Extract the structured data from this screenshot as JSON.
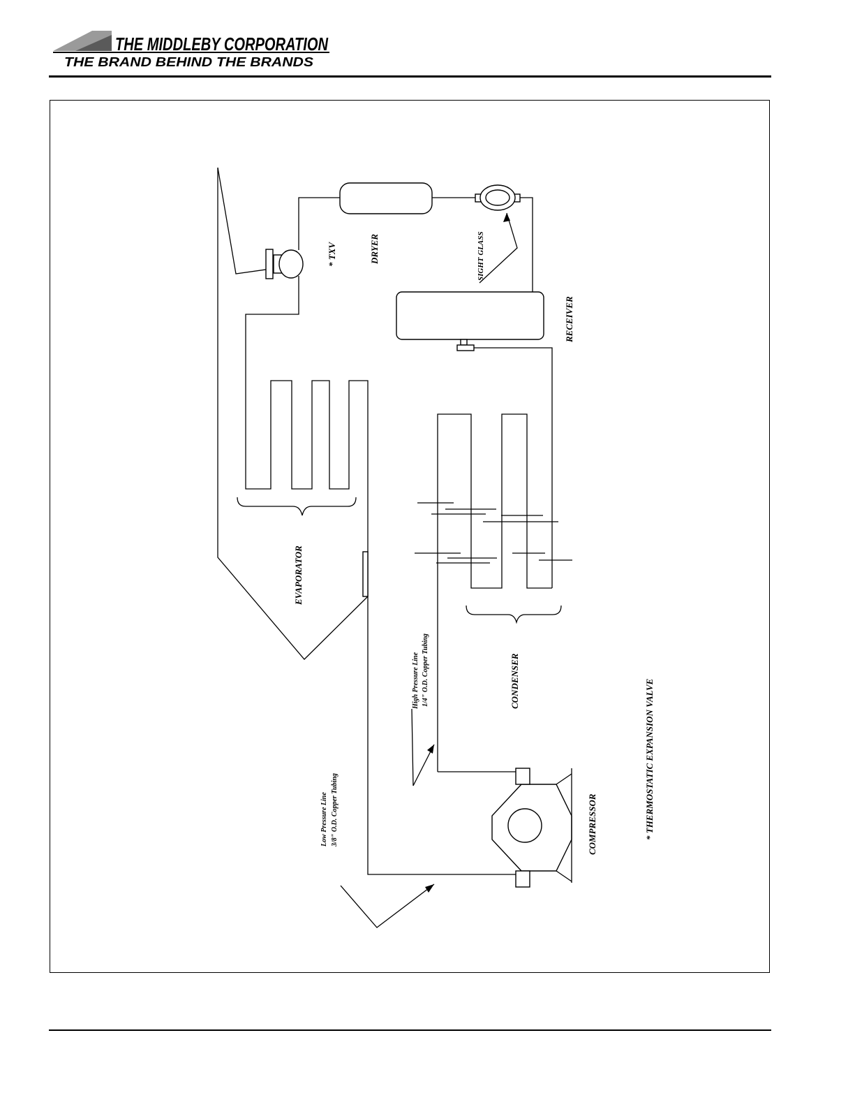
{
  "header": {
    "company": "THE MIDDLEBY CORPORATION",
    "tagline": "THE BRAND BEHIND THE BRANDS"
  },
  "diagram": {
    "labels": {
      "txv": "* TXV",
      "dryer": "DRYER",
      "sight_glass": "SIGHT GLASS",
      "receiver": "RECEIVER",
      "evaporator": "EVAPORATOR",
      "condenser": "CONDENSER",
      "compressor": "COMPRESSOR",
      "high_pressure_line_1": "High Pressure Line",
      "high_pressure_line_2": "1/4\" O.D. Copper Tubing",
      "low_pressure_line_1": "Low Pressure Line",
      "low_pressure_line_2": "3/8\" O.D. Copper Tubing",
      "footnote": "* THERMOSTATIC EXPANSION VALVE"
    }
  }
}
